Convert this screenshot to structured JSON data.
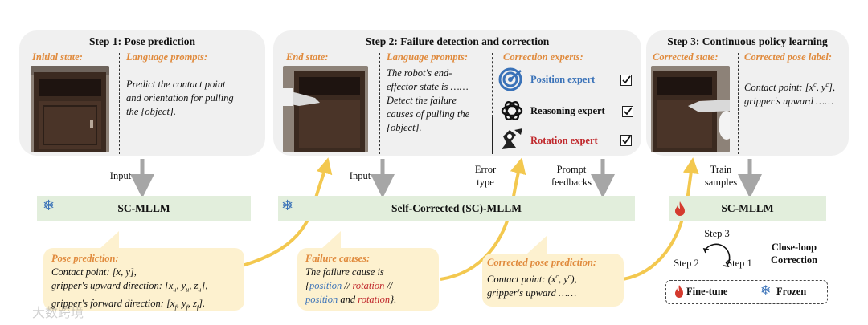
{
  "step1": {
    "title": "Step 1: Pose prediction",
    "state_label": "Initial state:",
    "prompt_label": "Language prompts:",
    "prompt_lines": [
      "Predict the contact point",
      "and orientation for pulling",
      "the {object}."
    ],
    "input_label": "Input",
    "model_label": "SC-MLLM",
    "bubble_title": "Pose prediction:",
    "bubble_lines": [
      "Contact point: [x, y],",
      "gripper's upward direction: [x",
      "gripper's forward direction: [x"
    ]
  },
  "step2": {
    "title": "Step 2: Failure detection and correction",
    "state_label": "End state:",
    "prompt_label": "Language prompts:",
    "prompt_lines": [
      "The robot's end-",
      "effector state is ……",
      "Detect the failure",
      "causes of pulling the",
      "{object}."
    ],
    "experts_label": "Correction experts:",
    "experts": [
      {
        "name": "Position expert",
        "icon": "target-icon"
      },
      {
        "name": "Reasoning expert",
        "icon": "openai-icon"
      },
      {
        "name": "Rotation expert",
        "icon": "robot-arm-icon"
      }
    ],
    "input_label": "Input",
    "error_type_label": [
      "Error",
      "type"
    ],
    "prompt_feedback_label": [
      "Prompt",
      "feedbacks"
    ],
    "model_label": "Self-Corrected (SC)-MLLM",
    "failure_title": "Failure causes:",
    "failure_line1": "The failure cause is",
    "failure_opts": [
      "position",
      "rotation",
      "position",
      "rotation"
    ],
    "correction_title": "Corrected pose prediction:",
    "correction_lines": [
      "Contact point: (x",
      "gripper's upward ……"
    ]
  },
  "step3": {
    "title": "Step 3: Continuous policy learning",
    "state_label": "Corrected state:",
    "pose_label": "Corrected pose label:",
    "pose_lines": [
      "Contact point: [x",
      "gripper's upward ……"
    ],
    "train_label": [
      "Train",
      "samples"
    ],
    "model_label": "SC-MLLM",
    "loop_labels": [
      "Step 3",
      "Step 2",
      "Step 1"
    ],
    "loop_title": [
      "Close-loop",
      "Correction"
    ],
    "legend": {
      "finetune": "Fine-tune",
      "frozen": "Frozen"
    }
  },
  "watermark": "大数跨境",
  "colors": {
    "orange": "#e08a3c",
    "blue": "#3a72b8",
    "red": "#c0282c",
    "green_bar": "#e2eedc",
    "bubble": "#fdf1cf",
    "arrow": "#f3c84f",
    "gray_arrow": "#a6a6a6"
  }
}
